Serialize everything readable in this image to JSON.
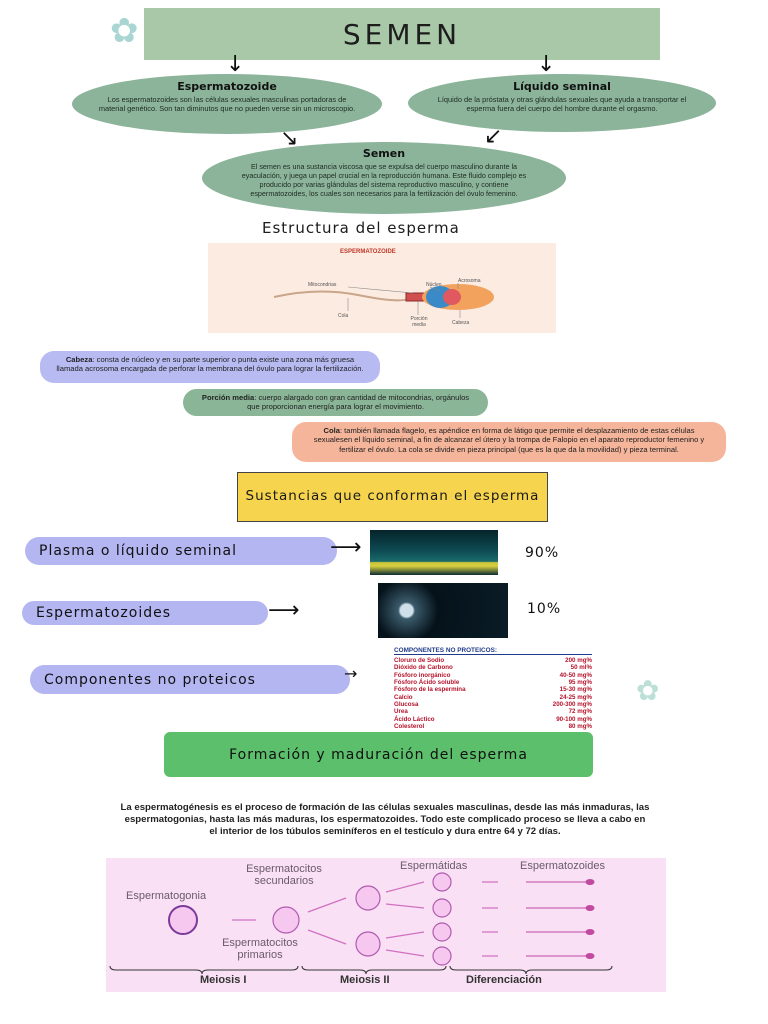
{
  "title": "SEMEN",
  "concepts": {
    "espermatozoide": {
      "title": "Espermatozoide",
      "text": "Los espermatozoides son las células sexuales masculinas portadoras de material genético. Son tan diminutos que no pueden verse sin un microscopio."
    },
    "liquido": {
      "title": "Líquido seminal",
      "text": "Líquido de la próstata y otras glándulas sexuales que ayuda a transportar el esperma fuera del cuerpo del hombre durante el orgasmo."
    },
    "semen": {
      "title": "Semen",
      "text": "El semen es una sustancia viscosa que se expulsa del cuerpo masculino durante la eyaculación, y juega un papel crucial en la reproducción humana. Este fluido complejo es producido por varias glándulas del sistema reproductivo masculino, y contiene espermatozoides, los cuales son necesarios para la fertilización del óvulo femenino."
    }
  },
  "estructura": {
    "heading": "Estructura del esperma",
    "figure": {
      "title": "ESPERMATOZOIDE",
      "labels": [
        "Mitocondrias",
        "Núcleo",
        "Acrosoma",
        "Cola",
        "Porción media",
        "Cabeza"
      ]
    },
    "cabeza": {
      "term": "Cabeza",
      "text": ": consta de núcleo y en su parte superior o punta existe una zona más gruesa llamada acrosoma encargada de perforar la membrana del óvulo para lograr la fertilización."
    },
    "porcion": {
      "term": "Porción media",
      "text": ": cuerpo alargado con gran cantidad de mitocondrias, orgánulos que proporcionan energía para lograr el movimiento."
    },
    "cola": {
      "term": "Cola",
      "text": ": también llamada flagelo, es apéndice en forma de látigo que permite el desplazamiento de estas células sexualesen el líquido seminal, a fin de alcanzar el útero y la trompa de Falopio en el aparato reproductor femenino y fertilizar el óvulo. La cola se divide en pieza principal (que es la que da la movilidad) y pieza terminal."
    }
  },
  "sustancias": {
    "heading": "Sustancias que conforman el esperma",
    "items": [
      {
        "label": "Plasma o líquido seminal",
        "percent": "90%"
      },
      {
        "label": "Espermatozoides",
        "percent": "10%"
      },
      {
        "label": "Componentes no proteicos",
        "percent": ""
      }
    ],
    "table": {
      "header": "COMPONENTES NO PROTEICOS:",
      "rows": [
        [
          "Cloruro de Sodio",
          "200 mg%"
        ],
        [
          "Dióxido de Carbono",
          "50 ml%"
        ],
        [
          "Fósforo inorgánico",
          "40-50 mg%"
        ],
        [
          "Fósforo Ácido soluble",
          "95 mg%"
        ],
        [
          "Fósforo de la espermina",
          "15-30 mg%"
        ],
        [
          "Calcio",
          "24-25 mg%"
        ],
        [
          "Glucosa",
          "200-300 mg%"
        ],
        [
          "Urea",
          "72 mg%"
        ],
        [
          "Ácido Láctico",
          "90-100 mg%"
        ],
        [
          "Colesterol",
          "80 mg%"
        ]
      ]
    }
  },
  "formacion": {
    "heading": "Formación y maduración del esperma",
    "text": "La espermatogénesis es el proceso de formación de las células sexuales masculinas, desde las más inmaduras, las espermatogonias, hasta las más maduras, los espermatozoides. Todo este complicado proceso se lleva a cabo en el interior de los túbulos seminíferos en el testículo y dura entre 64 y 72 días.",
    "diagram": {
      "espermatogonia": "Espermatogonia",
      "secundarios": "Espermatocitos secundarios",
      "primarios": "Espermatocitos primarios",
      "espermatidas": "Espermátidas",
      "espermatozoides": "Espermatozoides",
      "meiosis1": "Meiosis I",
      "meiosis2": "Meiosis II",
      "diferenciacion": "Diferenciación"
    }
  }
}
